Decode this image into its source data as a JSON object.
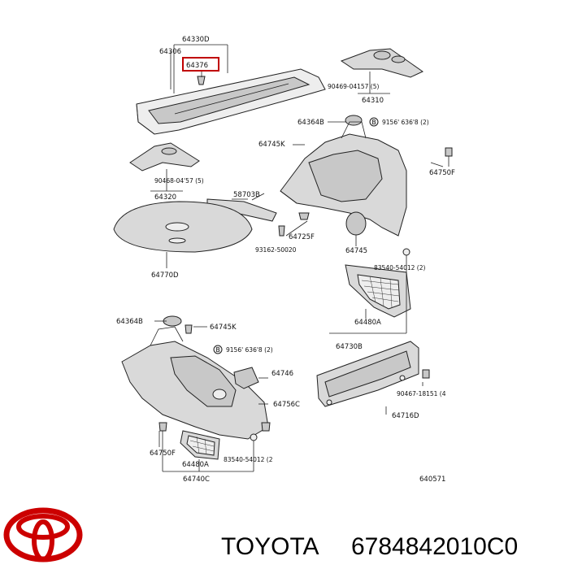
{
  "labels": {
    "p64330D": "64330D",
    "p64306": "64306",
    "p64376": "64376",
    "p64310": "64310",
    "p90469": "90469-04157 (5)",
    "p64364B_top": "64364B",
    "p90161_top": "9156'  636'8 (2)",
    "p64745K_top": "64745K",
    "p64750F_top": "64750F",
    "p90468": "90468-04'57 (5)",
    "p64320": "64320",
    "p58703B": "58703B",
    "p64725F": "64725F",
    "p93162": "93162-50020",
    "p64745": "64745",
    "p64770D": "64770D",
    "p83540_top": "83540-54012 (2)",
    "p64480A_top": "64480A",
    "p64730B": "64730B",
    "p64364B_bot": "64364B",
    "p64745K_bot": "64745K",
    "p90161_bot": "9156'  636'8 (2)",
    "p64746": "64746",
    "p64756C": "64756C",
    "p90467": "90467-18151 (4",
    "p64716D": "64716D",
    "p64750F_bot": "64750F",
    "p64480A_bot": "64480A",
    "p83540_bot": "83540-54012 (2",
    "p64740C": "64740C",
    "p640571": "640571",
    "marker_b": "B"
  },
  "brand": {
    "name": "TOYOTA",
    "part_number": "6784842010C0",
    "logo_color": "#cc0000"
  }
}
